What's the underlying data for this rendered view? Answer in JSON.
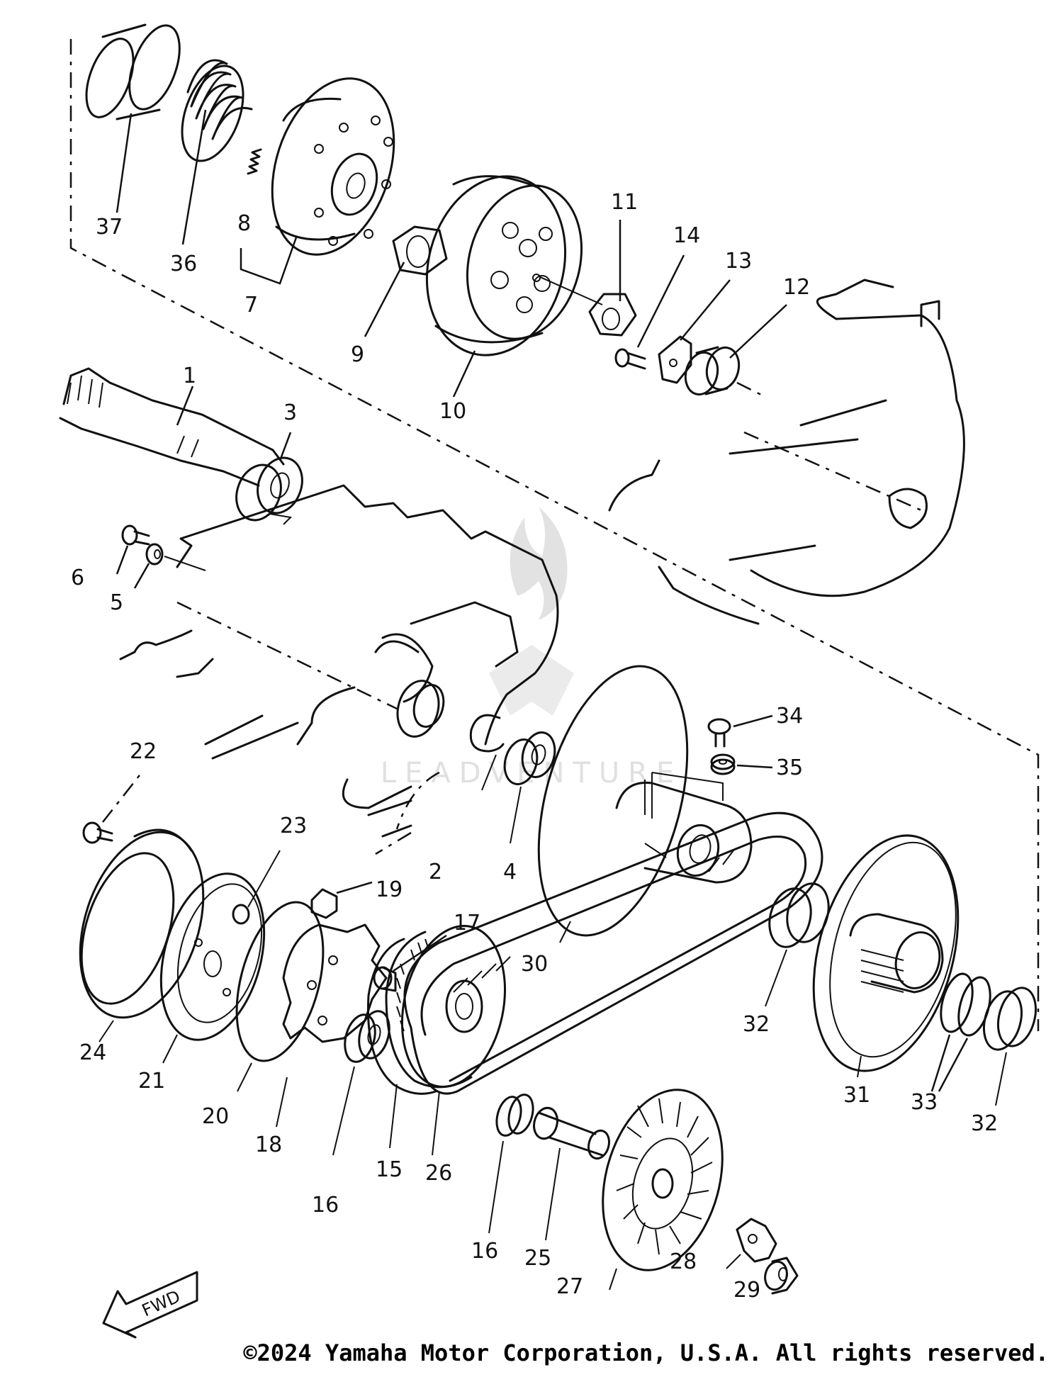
{
  "diagram": {
    "labels": [
      "1",
      "2",
      "3",
      "4",
      "5",
      "6",
      "7",
      "8",
      "9",
      "10",
      "11",
      "12",
      "13",
      "14",
      "15",
      "16",
      "16",
      "17",
      "18",
      "19",
      "20",
      "21",
      "22",
      "23",
      "24",
      "25",
      "26",
      "27",
      "28",
      "29",
      "30",
      "31",
      "32",
      "32",
      "33",
      "34",
      "35",
      "36",
      "37"
    ],
    "direction_marker": "FWD",
    "watermark_text": "LEADVENTURE",
    "copyright": "©2024 Yamaha Motor Corporation, U.S.A. All rights reserved."
  }
}
